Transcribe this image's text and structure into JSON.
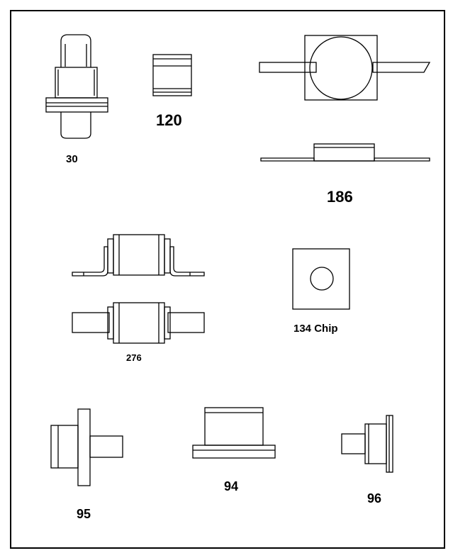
{
  "packages": [
    {
      "id": "pkg-30",
      "label": "30"
    },
    {
      "id": "pkg-120",
      "label": "120"
    },
    {
      "id": "pkg-186",
      "label": "186"
    },
    {
      "id": "pkg-276",
      "label": "276"
    },
    {
      "id": "pkg-134",
      "label": "134 Chip"
    },
    {
      "id": "pkg-95",
      "label": "95"
    },
    {
      "id": "pkg-94",
      "label": "94"
    },
    {
      "id": "pkg-96",
      "label": "96"
    }
  ]
}
